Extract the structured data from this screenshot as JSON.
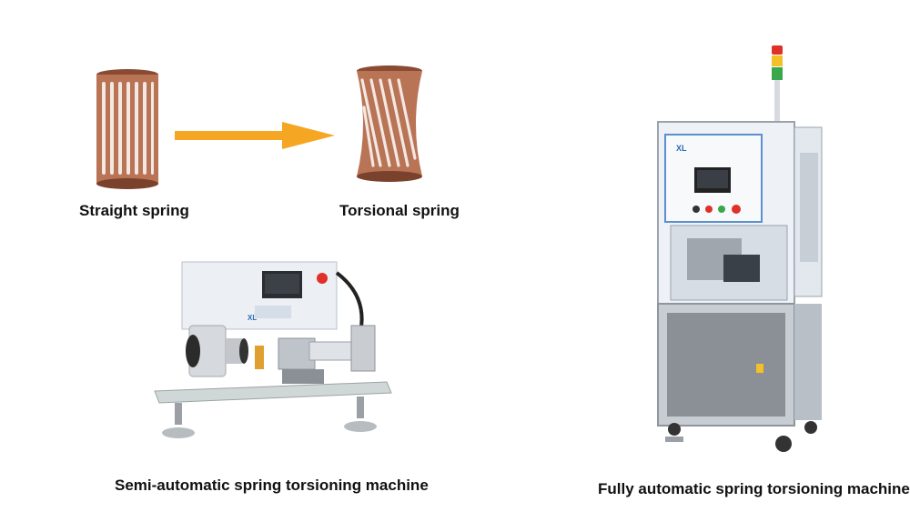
{
  "captions": {
    "straight_spring": "Straight spring",
    "torsional_spring": "Torsional spring",
    "semi_auto_machine": "Semi-automatic spring torsioning machine",
    "fully_auto_machine": "Fully automatic spring torsioning machine"
  },
  "colors": {
    "arrow": "#f5a623",
    "copper": "#a8644a",
    "copper_dark": "#6e3a26",
    "machine_body": "#e9edf2",
    "machine_frame": "#c9d1da",
    "cabinet_grey": "#8b9097",
    "lamp_red": "#e03028",
    "lamp_yellow": "#f3c02a",
    "lamp_green": "#3aa84a"
  }
}
